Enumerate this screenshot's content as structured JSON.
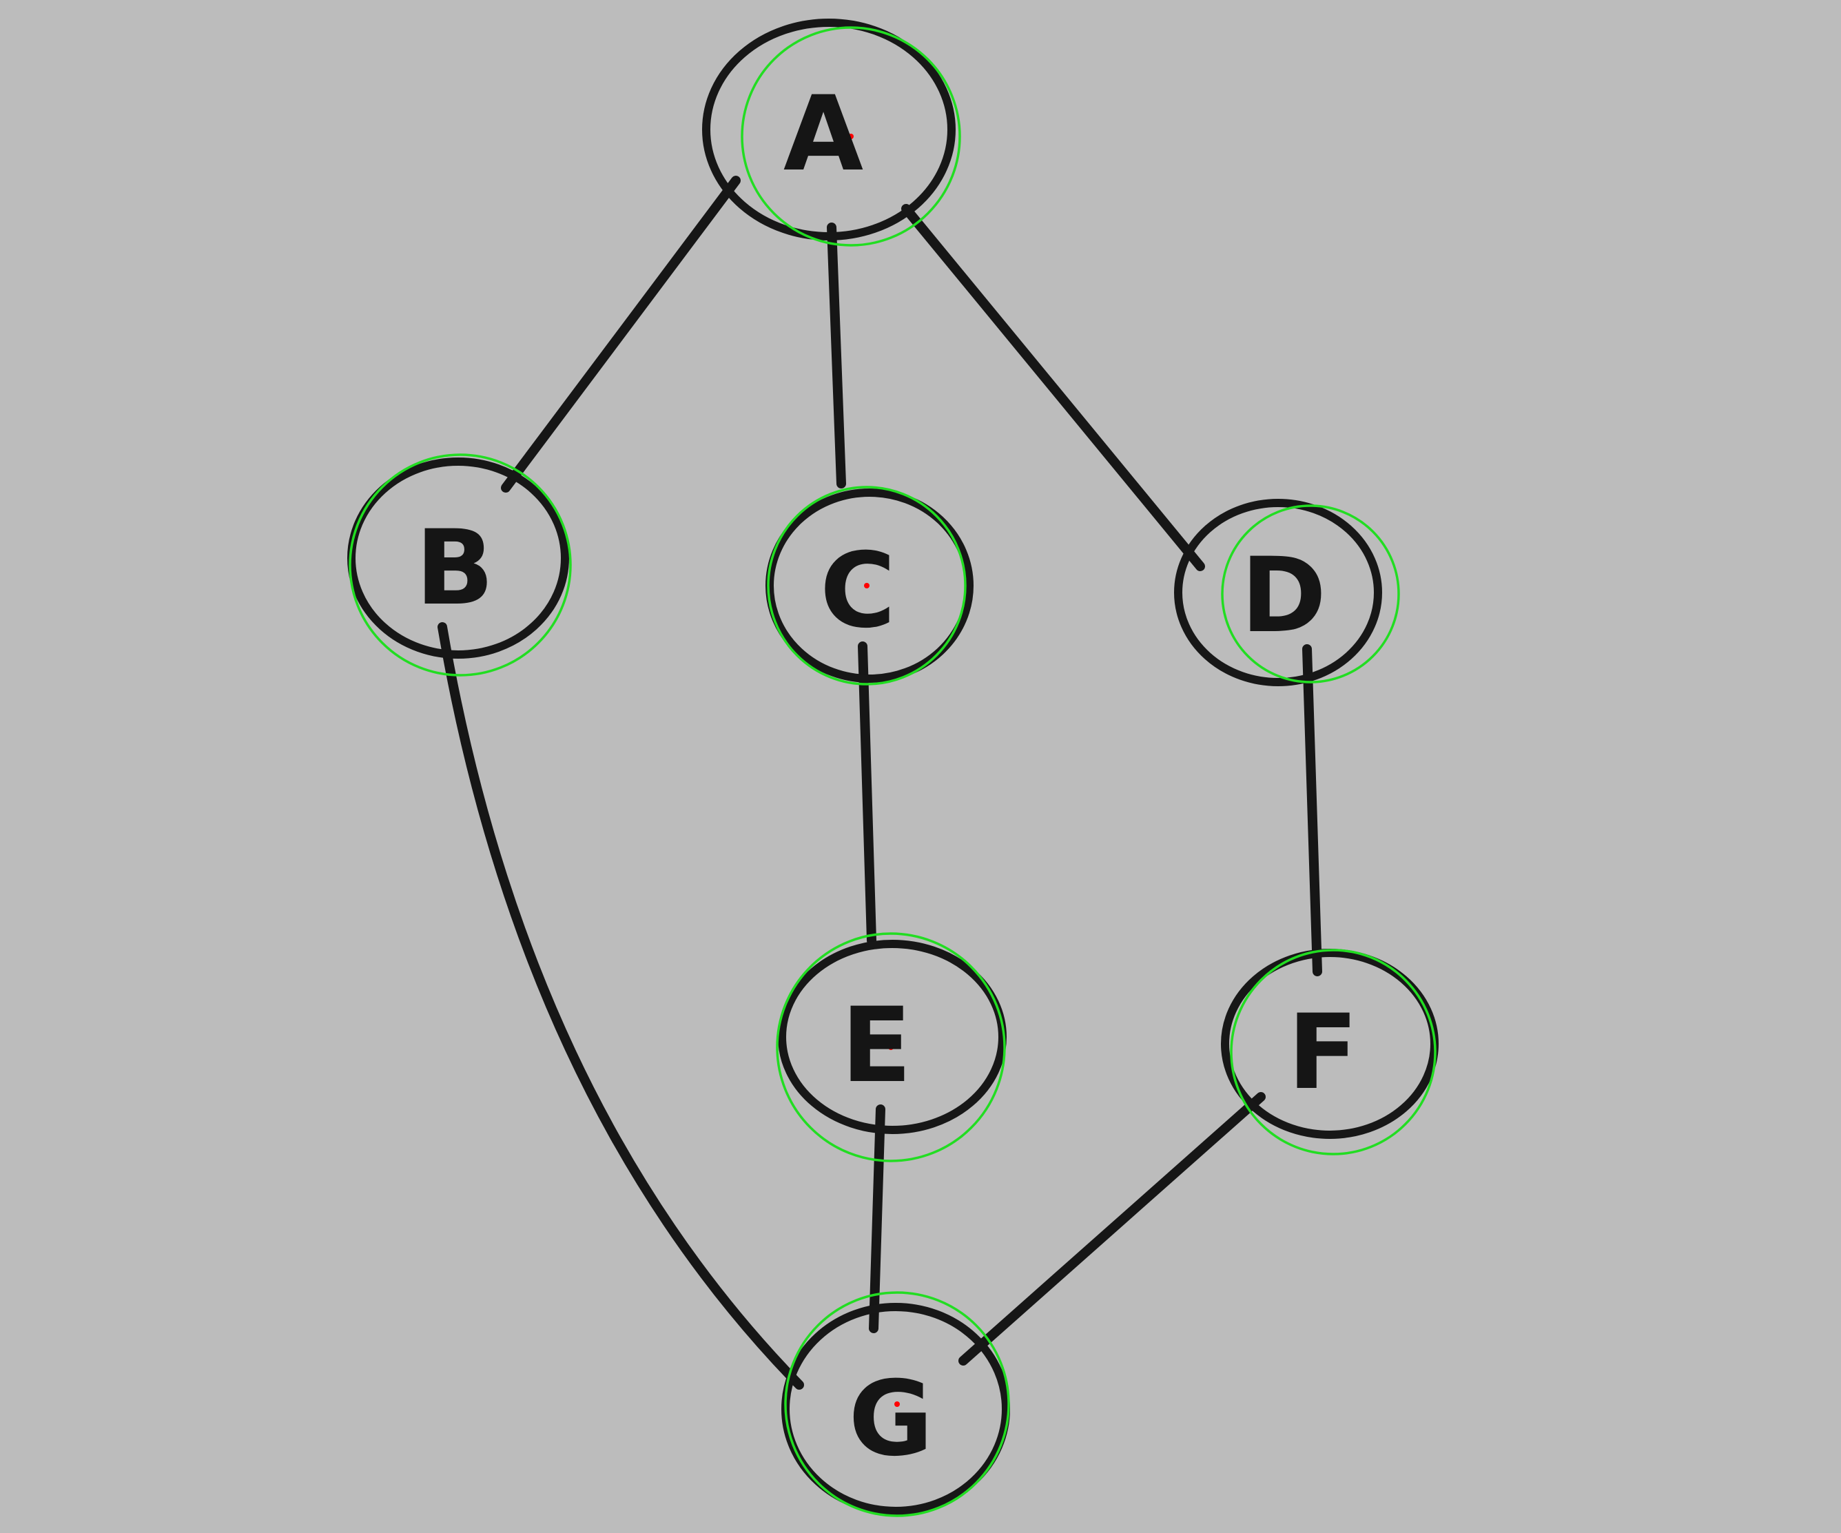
{
  "diagram": {
    "type": "graph",
    "colors": {
      "paper": "#bcbcbc",
      "ink": "#161616",
      "detection_circle": "#22dd22",
      "detection_center": "#ff0000"
    },
    "nodes": [
      {
        "id": "A",
        "label": "A"
      },
      {
        "id": "B",
        "label": "B"
      },
      {
        "id": "C",
        "label": "C"
      },
      {
        "id": "D",
        "label": "D"
      },
      {
        "id": "E",
        "label": "E"
      },
      {
        "id": "F",
        "label": "F"
      },
      {
        "id": "G",
        "label": "G"
      }
    ],
    "edges": [
      {
        "from": "A",
        "to": "B"
      },
      {
        "from": "A",
        "to": "C"
      },
      {
        "from": "A",
        "to": "D"
      },
      {
        "from": "B",
        "to": "G"
      },
      {
        "from": "C",
        "to": "E"
      },
      {
        "from": "D",
        "to": "F"
      },
      {
        "from": "E",
        "to": "G"
      },
      {
        "from": "F",
        "to": "G"
      }
    ]
  }
}
